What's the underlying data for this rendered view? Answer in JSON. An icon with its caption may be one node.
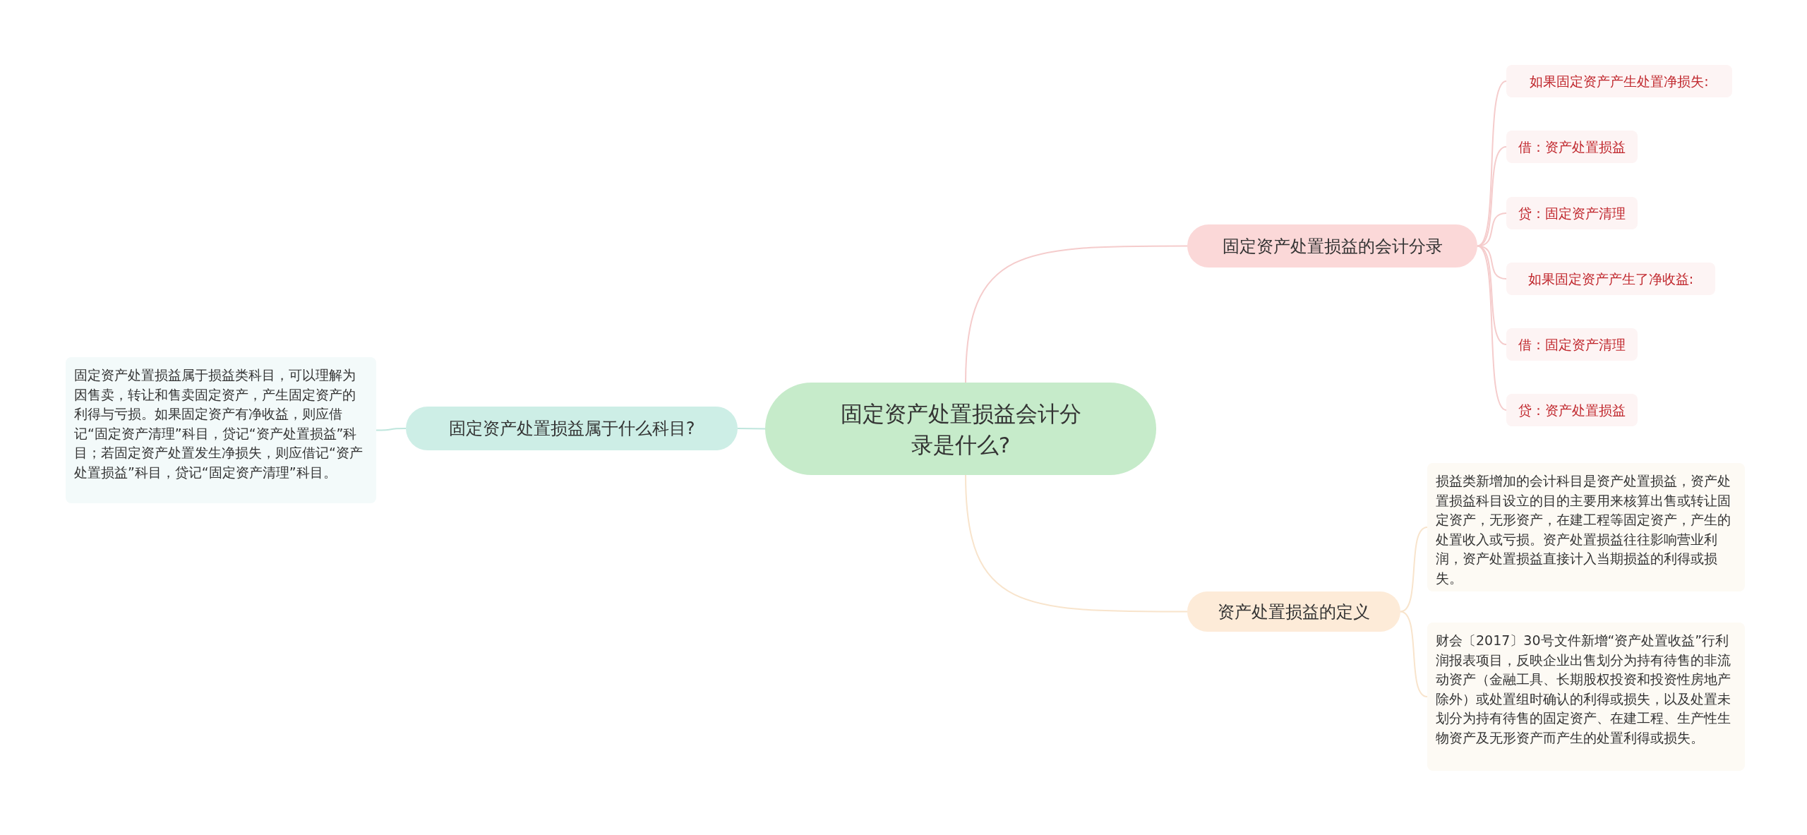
{
  "diagram": {
    "nodes": [
      {
        "text": [
          "固定资产处置损益会计分录是什么?"
        ]
      },
      {
        "text": [
          "固定资产处置损益的会计分录"
        ]
      },
      {
        "text": [
          "如果固定资产产生处置净损失:"
        ]
      },
      {
        "text": [
          "借：资产处置损益"
        ]
      },
      {
        "text": [
          "贷：固定资产清理"
        ]
      },
      {
        "text": [
          "如果固定资产产生了净收益:"
        ]
      },
      {
        "text": [
          "借：固定资产清理"
        ]
      },
      {
        "text": [
          "贷：资产处置损益"
        ]
      },
      {
        "text": [
          "资产处置损益的定义"
        ]
      },
      {
        "text": [
          "损益类新增加的会计科目是资产处置损益，资产处置损益科目设立的目的主要用来核算出售或转让固定资产，无形资产，在建工程等固定资产，产生的处置收入或亏损。资产处置损益往往影响营业利润，资产处置损益直接计入当期损益的利得或损失。"
        ]
      },
      {
        "text": [
          "财会〔2017〕30号文件新增“资产处置收益”行利润报表项目，反映企业出售划分为持有待售的非流动资产（金融工具、长期股权投资和投资性房地产除外）或处置组时确认的利得或损失，以及处置未划分为持有待售的固定资产、在建工程、生产性生物资产及无形资产而产生的处置利得或损失。"
        ]
      },
      {
        "text": [
          "固定资产处置损益属于什么科目?"
        ]
      },
      {
        "text": [
          "固定资产处置损益属于损益类科目，可以理解为因售卖，转让和售卖固定资产，产生固定资产的利得与亏损。如果固定资产有净收益，则应借记“固定资产清理”科目，贷记“资产处置损益”科目；若固定资产处置发生净损失，则应借记“资产处置损益”科目，贷记“固定资产清理”科目。"
        ]
      }
    ],
    "edges": [
      {
        "from": 0,
        "to": 1,
        "arrow": "none"
      },
      {
        "from": 1,
        "to": 2,
        "arrow": "none"
      },
      {
        "from": 1,
        "to": 3,
        "arrow": "none"
      },
      {
        "from": 1,
        "to": 4,
        "arrow": "none"
      },
      {
        "from": 1,
        "to": 5,
        "arrow": "none"
      },
      {
        "from": 1,
        "to": 6,
        "arrow": "none"
      },
      {
        "from": 1,
        "to": 7,
        "arrow": "none"
      },
      {
        "from": 0,
        "to": 8,
        "arrow": "none",
        "color": "#f8e4cc"
      },
      {
        "from": 8,
        "to": 9,
        "arrow": "none",
        "color": "#f8e4cc"
      },
      {
        "from": 8,
        "to": 10,
        "arrow": "none",
        "color": "#f8e4cc"
      },
      {
        "from": 0,
        "to": 11,
        "arrow": "none",
        "color": "#bfe6dd"
      },
      {
        "from": 11,
        "to": 12,
        "arrow": "none",
        "color": "#bfe6dd"
      }
    ]
  }
}
